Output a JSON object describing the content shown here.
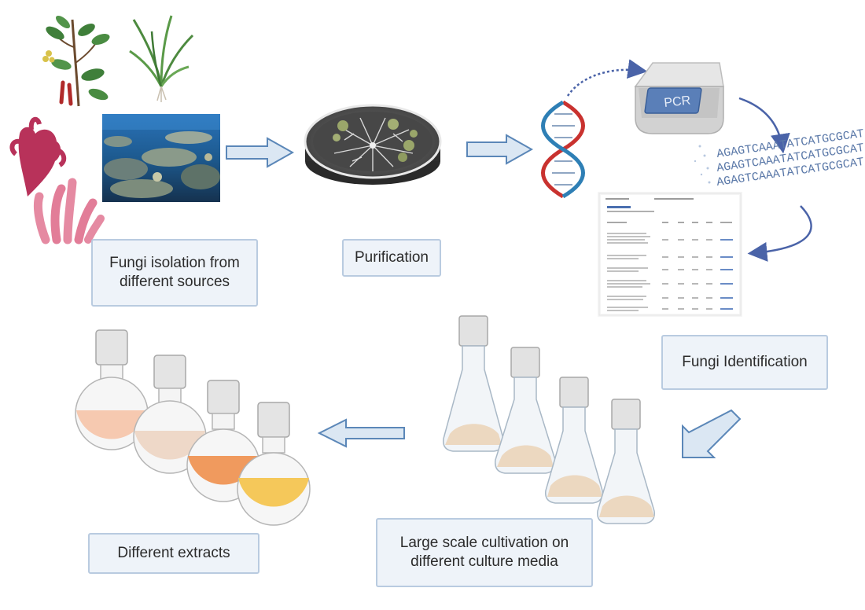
{
  "steps": {
    "isolation": "Fungi isolation from different sources",
    "purification": "Purification",
    "identification": "Fungi Identification",
    "cultivation": "Large scale cultivation on different culture media",
    "extracts": "Different extracts"
  },
  "pcr_label": "PCR",
  "dna_sequence": "AGAGTCAAATATCATGCGCAT",
  "colors": {
    "arrow_fill": "#dbe7f3",
    "arrow_stroke": "#5b87b8",
    "curve_arrow": "#4a63a8",
    "label_bg": "#eef3f9",
    "label_border": "#b9cbe0",
    "extract_1": "#f6c9b0",
    "extract_2": "#eed8c8",
    "extract_3": "#f09a5e",
    "extract_4": "#f5c85a"
  }
}
